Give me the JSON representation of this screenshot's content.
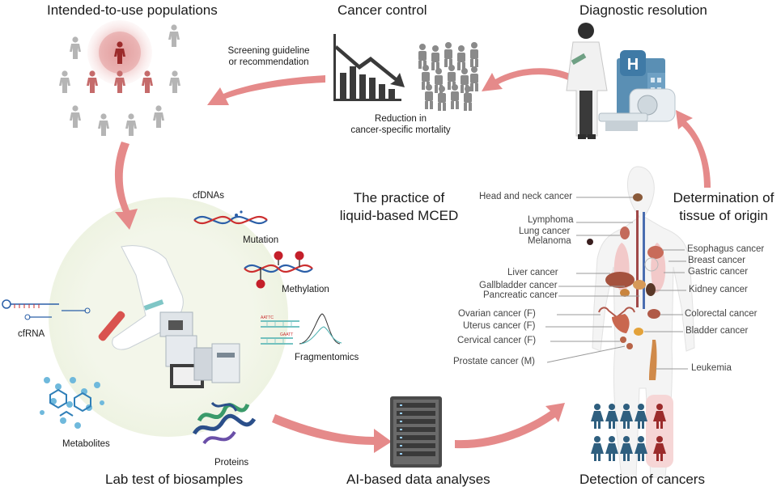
{
  "titles": {
    "populations": "Intended-to-use populations",
    "cancer_control": "Cancer control",
    "diagnostic": "Diagnostic resolution",
    "tissue_line1": "Determination of",
    "tissue_line2": "tissue of origin",
    "practice_line1": "The practice of",
    "practice_line2": "liquid-based MCED",
    "lab": "Lab test of biosamples",
    "ai": "AI-based data analyses",
    "detection": "Detection of cancers"
  },
  "labels": {
    "screening_line1": "Screening guideline",
    "screening_line2": "or recommendation",
    "reduction_line1": "Reduction in",
    "reduction_line2": "cancer-specific mortality",
    "cfdnas": "cfDNAs",
    "mutation": "Mutation",
    "methylation": "Methylation",
    "fragmentomics": "Fragmentomics",
    "cfrna": "cfRNA",
    "metabolites": "Metabolites",
    "proteins": "Proteins",
    "frag_top": "AATTC",
    "frag_bottom": "GAATT",
    "hospital_letter": "H"
  },
  "cancers": {
    "head_neck": "Head and neck cancer",
    "lymphoma": "Lymphoma",
    "lung": "Lung cancer",
    "melanoma": "Melanoma",
    "liver": "Liver cancer",
    "gallbladder": "Gallbladder cancer",
    "pancreatic": "Pancreatic cancer",
    "ovarian": "Ovarian cancer (F)",
    "uterus": "Uterus cancer (F)",
    "cervical": "Cervical cancer (F)",
    "prostate": "Prostate cancer (M)",
    "esophagus": "Esophagus cancer",
    "breast": "Breast cancer",
    "gastric": "Gastric cancer",
    "kidney": "Kidney cancer",
    "colorectal": "Colorectal cancer",
    "bladder": "Bladder cancer",
    "leukemia": "Leukemia"
  },
  "colors": {
    "arrow": "#e58a8a",
    "highlight": "#9b2b2b",
    "person_grey": "#b5b5b5",
    "person_blue": "#2f5f7f",
    "organ_red": "#b65a4a",
    "dna_blue": "#2b5fa8",
    "dna_red": "#cc2f2f"
  }
}
